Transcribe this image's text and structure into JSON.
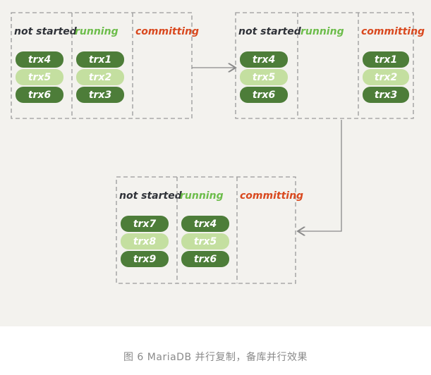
{
  "colors": {
    "background": "#f3f2ee",
    "border": "#9a9a9a",
    "not_started": "#2f3238",
    "running": "#6dbd4b",
    "committing": "#d9491f",
    "trx_dark": "#4d7d39",
    "trx_light": "#c4dfa0",
    "arrow": "#8a8a8a",
    "caption": "#8a8a8a"
  },
  "groups": [
    {
      "headers": {
        "not_started": "not started",
        "running": "running",
        "committing": "committing"
      },
      "not_started": [
        "trx4",
        "trx5",
        "trx6"
      ],
      "running": [
        "trx1",
        "trx2",
        "trx3"
      ],
      "committing": []
    },
    {
      "headers": {
        "not_started": "not started",
        "running": "running",
        "committing": "committing"
      },
      "not_started": [
        "trx4",
        "trx5",
        "trx6"
      ],
      "running": [],
      "committing": [
        "trx1",
        "trx2",
        "trx3"
      ]
    },
    {
      "headers": {
        "not_started": "not started",
        "running": "running",
        "committing": "committing"
      },
      "not_started": [
        "trx7",
        "trx8",
        "trx9"
      ],
      "running": [
        "trx4",
        "trx5",
        "trx6"
      ],
      "committing": []
    }
  ],
  "caption": "图 6 MariaDB 并行复制，备库并行效果"
}
